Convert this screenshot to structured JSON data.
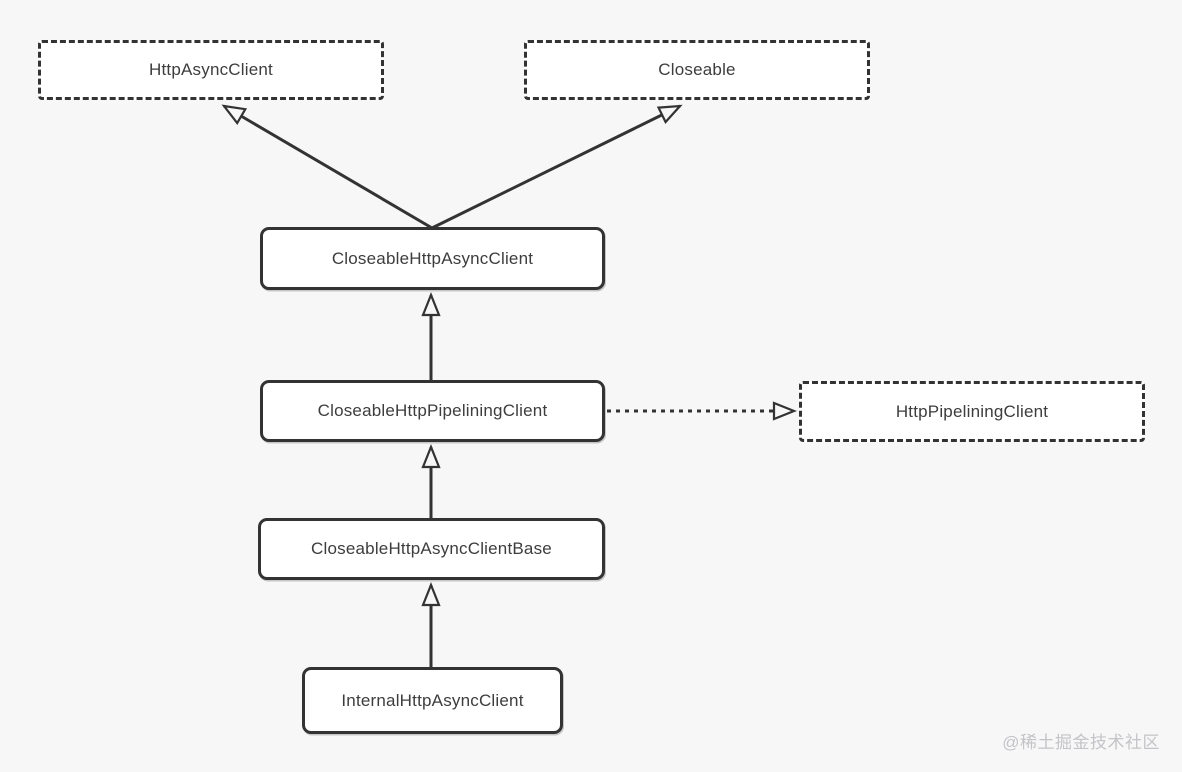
{
  "diagram": {
    "type": "uml-class-inheritance",
    "nodes": [
      {
        "id": "http-async-client",
        "label": "HttpAsyncClient",
        "style": "dashed",
        "role": "interface"
      },
      {
        "id": "closeable",
        "label": "Closeable",
        "style": "dashed",
        "role": "interface"
      },
      {
        "id": "closeable-http-async-client",
        "label": "CloseableHttpAsyncClient",
        "style": "solid",
        "role": "class"
      },
      {
        "id": "closeable-http-pipelining-client",
        "label": "CloseableHttpPipeliningClient",
        "style": "solid",
        "role": "class"
      },
      {
        "id": "http-pipelining-client",
        "label": "HttpPipeliningClient",
        "style": "dashed",
        "role": "interface"
      },
      {
        "id": "closeable-http-async-client-base",
        "label": "CloseableHttpAsyncClientBase",
        "style": "solid",
        "role": "class"
      },
      {
        "id": "internal-http-async-client",
        "label": "InternalHttpAsyncClient",
        "style": "solid",
        "role": "class"
      }
    ],
    "edges": [
      {
        "from": "CloseableHttpAsyncClient",
        "to": "HttpAsyncClient",
        "line": "solid",
        "arrow": "hollow-triangle"
      },
      {
        "from": "CloseableHttpAsyncClient",
        "to": "Closeable",
        "line": "solid",
        "arrow": "hollow-triangle"
      },
      {
        "from": "CloseableHttpPipeliningClient",
        "to": "CloseableHttpAsyncClient",
        "line": "solid",
        "arrow": "hollow-triangle"
      },
      {
        "from": "CloseableHttpPipeliningClient",
        "to": "HttpPipeliningClient",
        "line": "dashed",
        "arrow": "hollow-triangle"
      },
      {
        "from": "CloseableHttpAsyncClientBase",
        "to": "CloseableHttpPipeliningClient",
        "line": "solid",
        "arrow": "hollow-triangle"
      },
      {
        "from": "InternalHttpAsyncClient",
        "to": "CloseableHttpAsyncClientBase",
        "line": "solid",
        "arrow": "hollow-triangle"
      }
    ],
    "colors": {
      "background": "#f7f7f8",
      "node_fill": "#ffffff",
      "stroke": "#333333",
      "text": "#3d3d3d",
      "watermark": "#c4c4c8"
    },
    "watermark": "@稀土掘金技术社区"
  }
}
